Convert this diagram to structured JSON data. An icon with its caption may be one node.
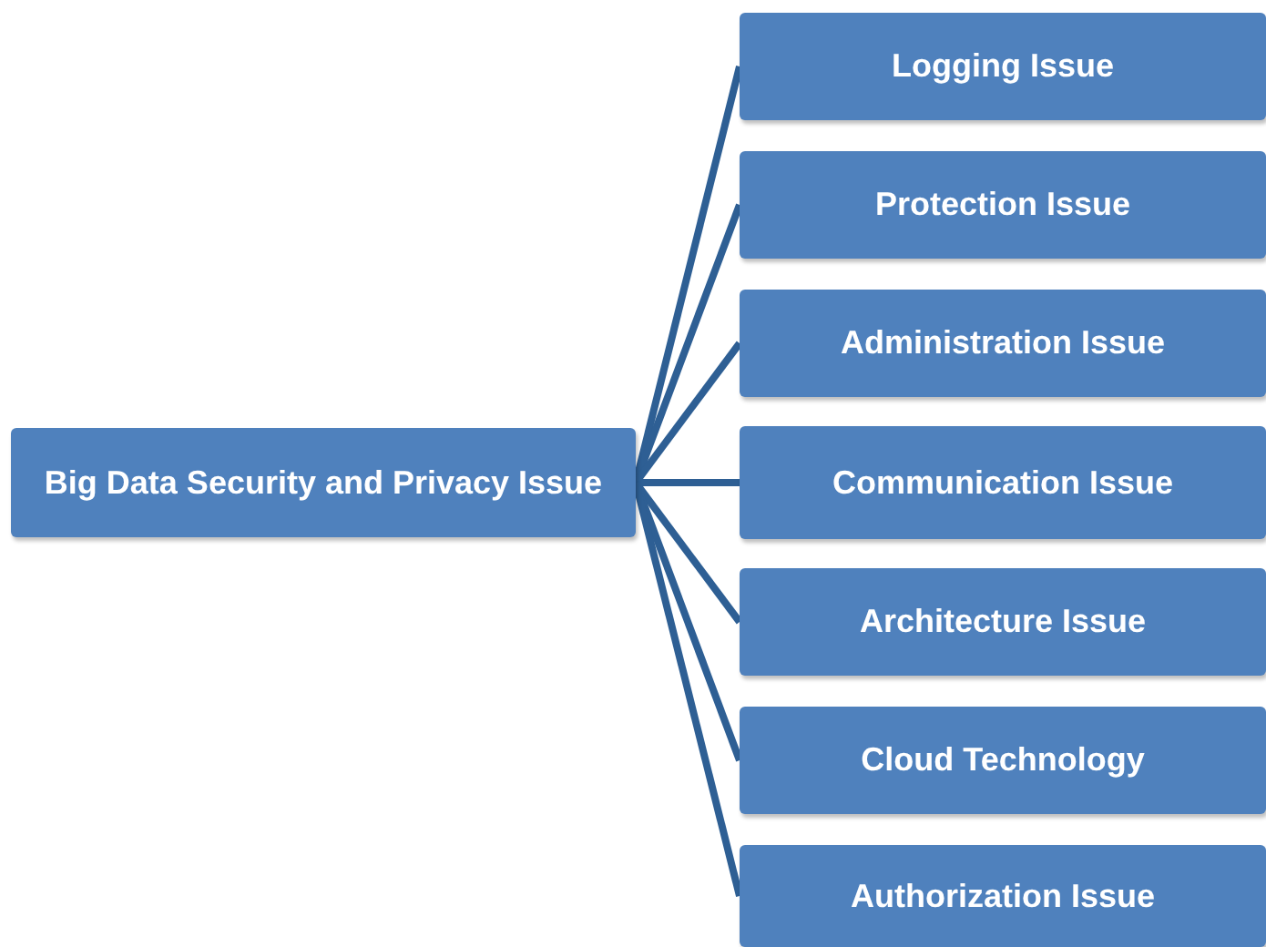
{
  "diagram": {
    "nodes": [
      {
        "text": [
          "Big Data Security and Privacy Issue"
        ]
      },
      {
        "text": [
          "Logging Issue"
        ]
      },
      {
        "text": [
          "Protection Issue"
        ]
      },
      {
        "text": [
          "Administration Issue"
        ]
      },
      {
        "text": [
          "Communication Issue"
        ]
      },
      {
        "text": [
          "Architecture Issue"
        ]
      },
      {
        "text": [
          "Cloud Technology"
        ]
      },
      {
        "text": [
          "Authorization Issue"
        ]
      }
    ],
    "edges": [
      {
        "from": 0,
        "to": 1,
        "arrow": "none"
      },
      {
        "from": 0,
        "to": 2,
        "arrow": "none"
      },
      {
        "from": 0,
        "to": 3,
        "arrow": "none"
      },
      {
        "from": 0,
        "to": 4,
        "arrow": "none"
      },
      {
        "from": 0,
        "to": 5,
        "arrow": "none"
      },
      {
        "from": 0,
        "to": 6,
        "arrow": "none"
      },
      {
        "from": 0,
        "to": 7,
        "arrow": "none"
      }
    ]
  }
}
